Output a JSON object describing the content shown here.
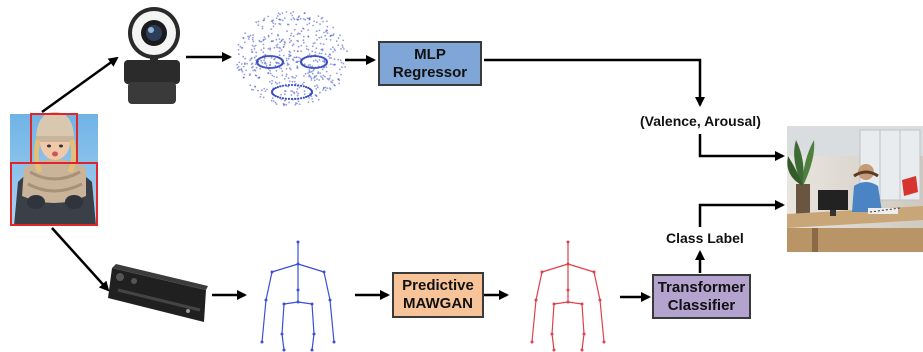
{
  "boxes": {
    "mlp": {
      "text": "MLP\nRegressor",
      "fill": "#7fa6d6"
    },
    "mawgan": {
      "text": "Predictive\nMAWGAN",
      "fill": "#f7c49a"
    },
    "transformer": {
      "text": "Transformer\nClassifier",
      "fill": "#b4a2cf"
    }
  },
  "labels": {
    "valence_arousal": "(Valence, Arousal)",
    "class_label": "Class Label"
  },
  "icons": {
    "person": "person-photo",
    "webcam": "webcam-icon",
    "face_mesh": "face-landmark-mesh",
    "kinect": "kinect-sensor-icon",
    "skeleton_blue": "skeleton-blue",
    "skeleton_red": "skeleton-red",
    "office_scene": "virtual-office-scene"
  },
  "colors": {
    "arrow": "#000000",
    "face_box": "#e0262a",
    "mesh": "#3b4fc4",
    "skeleton_blue": "#3b4fd8",
    "skeleton_red": "#e0404a"
  }
}
